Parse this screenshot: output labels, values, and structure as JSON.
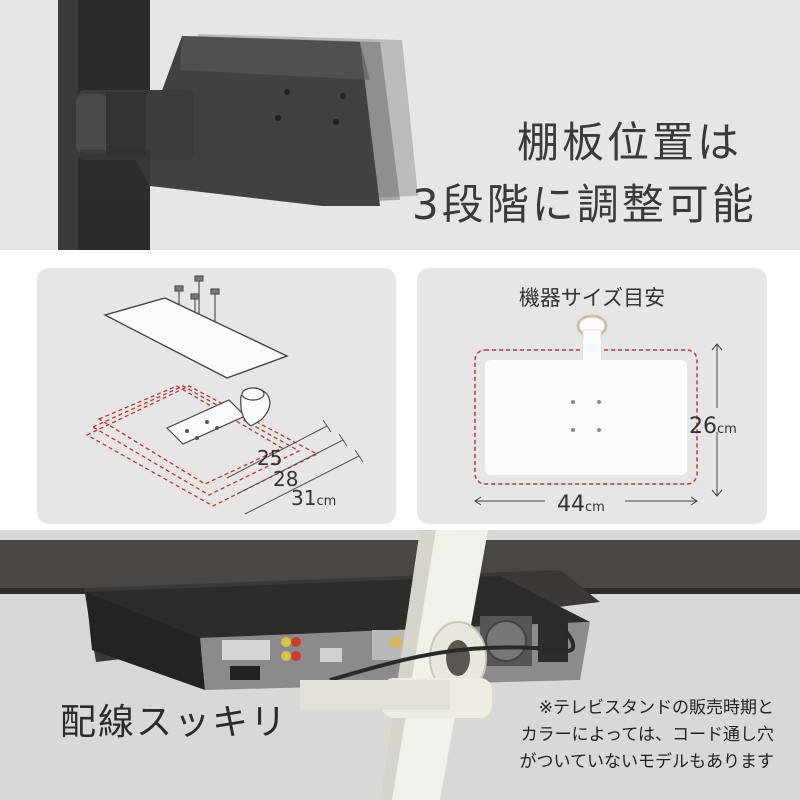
{
  "headline": {
    "line1": "棚板位置は",
    "line2": "3段階に調整可能"
  },
  "left_panel": {
    "dim_25": "25",
    "dim_28": "28",
    "dim_31": "31",
    "dim_31_unit": "cm"
  },
  "right_panel": {
    "title": "機器サイズ目安",
    "height_value": "26",
    "height_unit": "cm",
    "width_value": "44",
    "width_unit": "cm"
  },
  "bottom": {
    "caption": "配線スッキリ",
    "note_line1": "※テレビスタンドの販売時期と",
    "note_line2": "カラーによっては、コード通し穴",
    "note_line3": "がついていないモデルもあります"
  },
  "colors": {
    "dashed_outline": "#c0392b",
    "pole_dark": "#2b2b2b",
    "shelf_dark": "#3f3f40",
    "pole_white": "#f2f0ea"
  }
}
